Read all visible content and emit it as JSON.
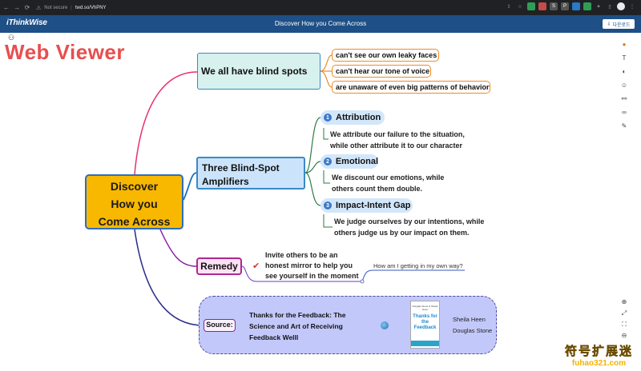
{
  "browser": {
    "nav": [
      "←",
      "→",
      "⟳"
    ],
    "security": "Not secure",
    "url": "twd.so/VhPNY",
    "extensions": [
      {
        "name": "ext-green",
        "color": "#2e9e55",
        "label": ""
      },
      {
        "name": "ext-red",
        "color": "#c34b4b",
        "label": ""
      },
      {
        "name": "ext-s",
        "color": "#555555",
        "label": "S"
      },
      {
        "name": "ext-p",
        "color": "#555555",
        "label": "P"
      },
      {
        "name": "ext-blue",
        "color": "#2979c8",
        "label": ""
      },
      {
        "name": "ext-green2",
        "color": "#2e9e55",
        "label": ""
      }
    ]
  },
  "app": {
    "logo": "iThinkWise",
    "title": "Discover How you Come Across",
    "download_label": "다운로드"
  },
  "watermark_heading": "Web Viewer",
  "map": {
    "central": [
      "Discover",
      "How you",
      "Come Across"
    ],
    "blind_spots": {
      "title": "We all have blind spots",
      "items": [
        "can't see our own leaky faces",
        "can't hear our tone of voice",
        "are unaware of even big patterns of behavior"
      ]
    },
    "amplifiers": {
      "title_line1": "Three Blind-Spot",
      "title_line2": "Amplifiers",
      "items": [
        {
          "num": "1",
          "title": "Attribution",
          "line1": "We attribute our failure to the situation,",
          "line2": "while other attribute it to our character"
        },
        {
          "num": "2",
          "title": "Emotional",
          "line1": "We discount our emotions, while",
          "line2": "others count them double."
        },
        {
          "num": "3",
          "title": "Impact-Intent Gap",
          "line1": "We judge ourselves by our intentions, while",
          "line2": "others judge us by our impact on them."
        }
      ]
    },
    "remedy": {
      "title": "Remedy",
      "line1": "Invite others to be an",
      "line2": "honest mirror to help you",
      "line3": "see yourself in the moment",
      "question": "How am I getting in my own way?"
    },
    "source": {
      "title": "Source:",
      "book_line1": "Thanks for the Feedback: The",
      "book_line2": "Science and Art of Receiving",
      "book_line3": "Feedback Welll",
      "cover_authors": "Douglas Stone & Sheila Heen",
      "cover_title": "Thanks for the Feedback",
      "authors": [
        "Sheila Heen",
        "Douglas Stone"
      ]
    }
  },
  "toolbar_icons": [
    "color-icon",
    "text-icon",
    "shape-icon",
    "emoji-icon",
    "relation-icon",
    "link-icon",
    "pen-icon"
  ],
  "zoom_icons": [
    "zoom-in-icon",
    "fit-icon",
    "fullscreen-icon",
    "zoom-out-icon"
  ],
  "watermark": {
    "cn": "符号扩展迷",
    "url": "fuhao321.com"
  }
}
